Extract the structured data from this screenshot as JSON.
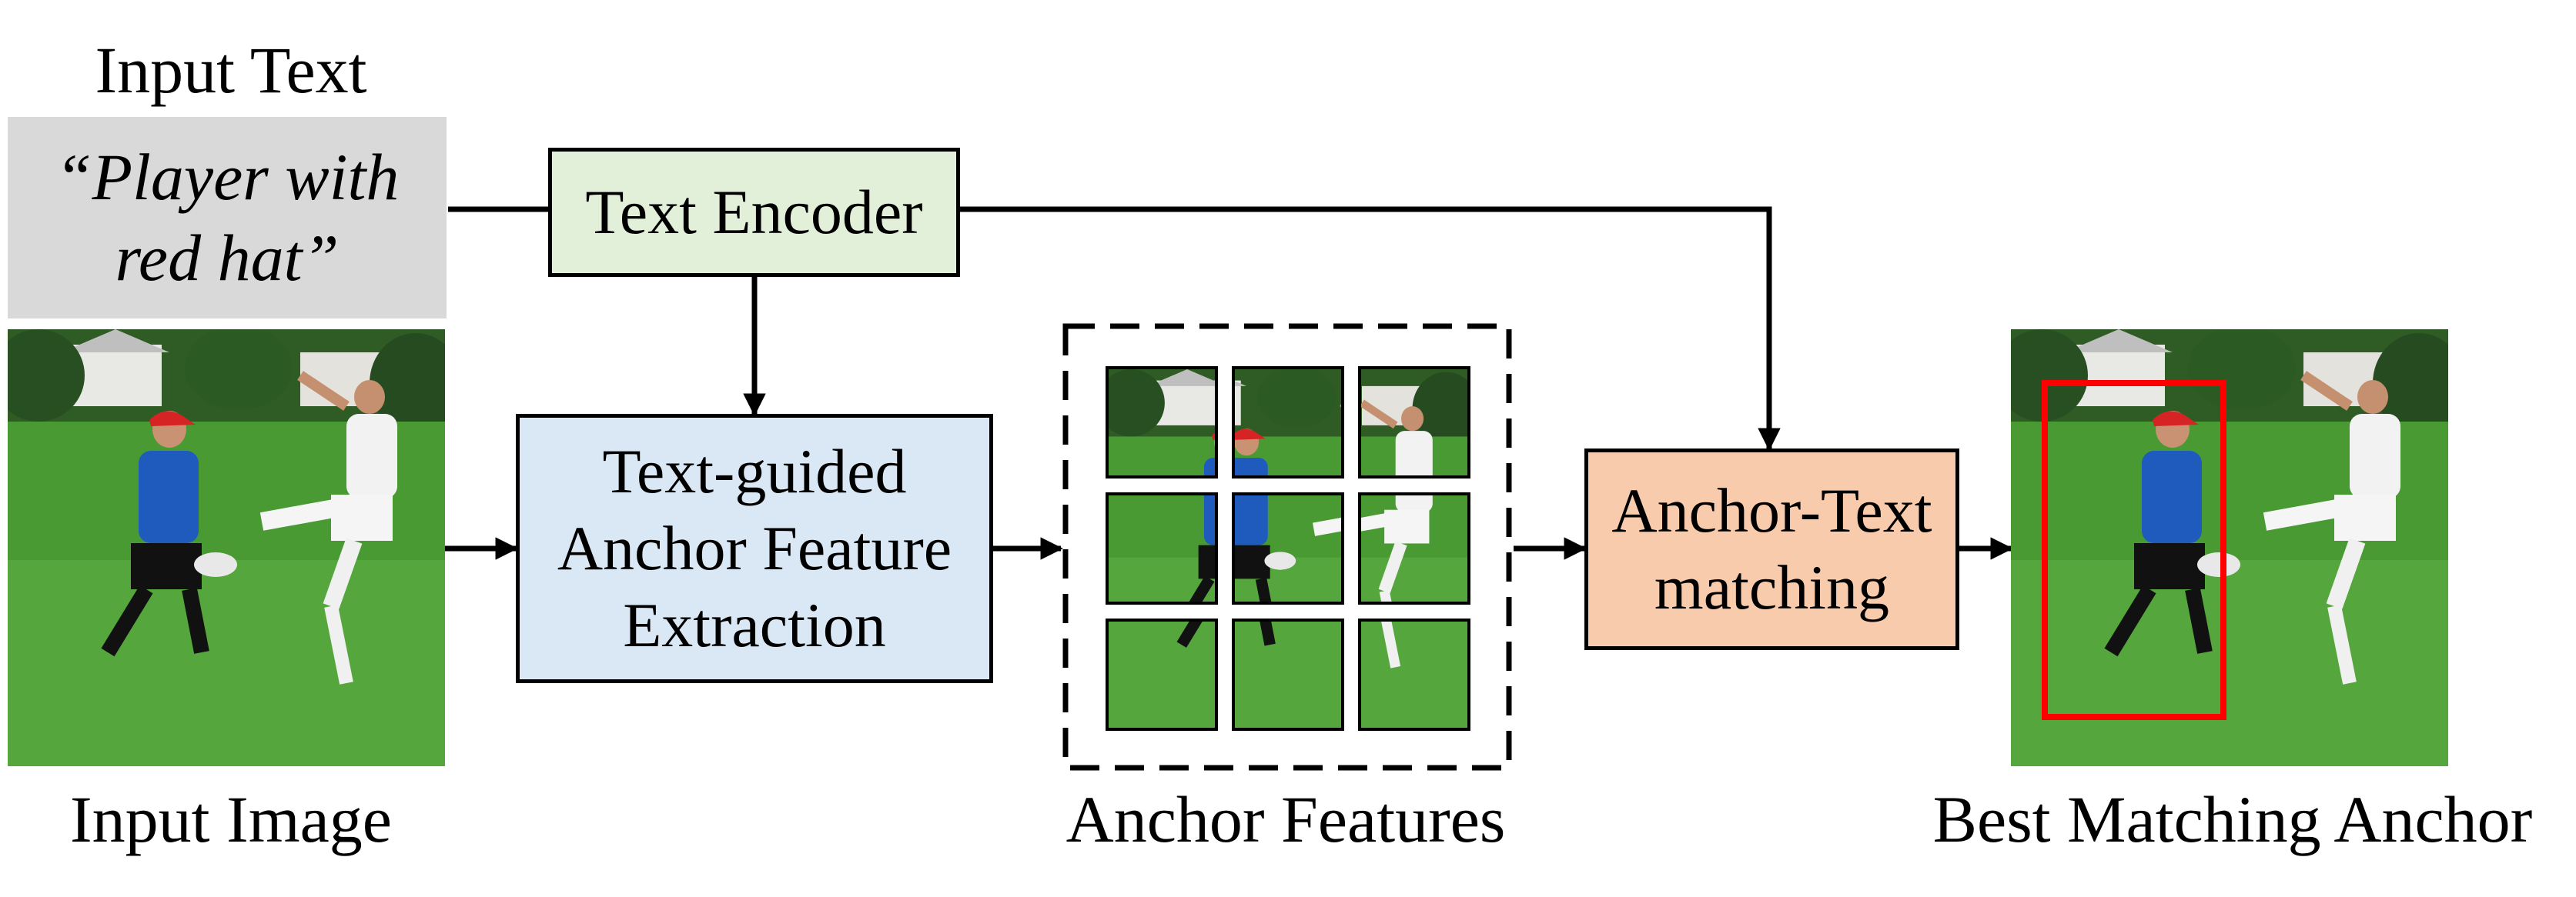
{
  "labels": {
    "input_text": "Input Text",
    "input_image": "Input Image",
    "anchor_features": "Anchor Features",
    "best_matching_anchor": "Best Matching Anchor"
  },
  "query": {
    "line1": "“Player with",
    "line2": "red hat”"
  },
  "boxes": {
    "text_encoder": "Text Encoder",
    "extraction": [
      "Text-guided",
      "Anchor Feature",
      "Extraction"
    ],
    "matching": [
      "Anchor-Text",
      "matching"
    ]
  },
  "colors": {
    "text_encoder_fill": "#e2efd9",
    "extraction_fill": "#dae7f4",
    "matching_fill": "#f7cbac",
    "query_fill": "#d9d9d9",
    "highlight": "#ff0000",
    "grass": "#3f8a2e"
  },
  "grid": {
    "rows": 3,
    "cols": 3
  }
}
